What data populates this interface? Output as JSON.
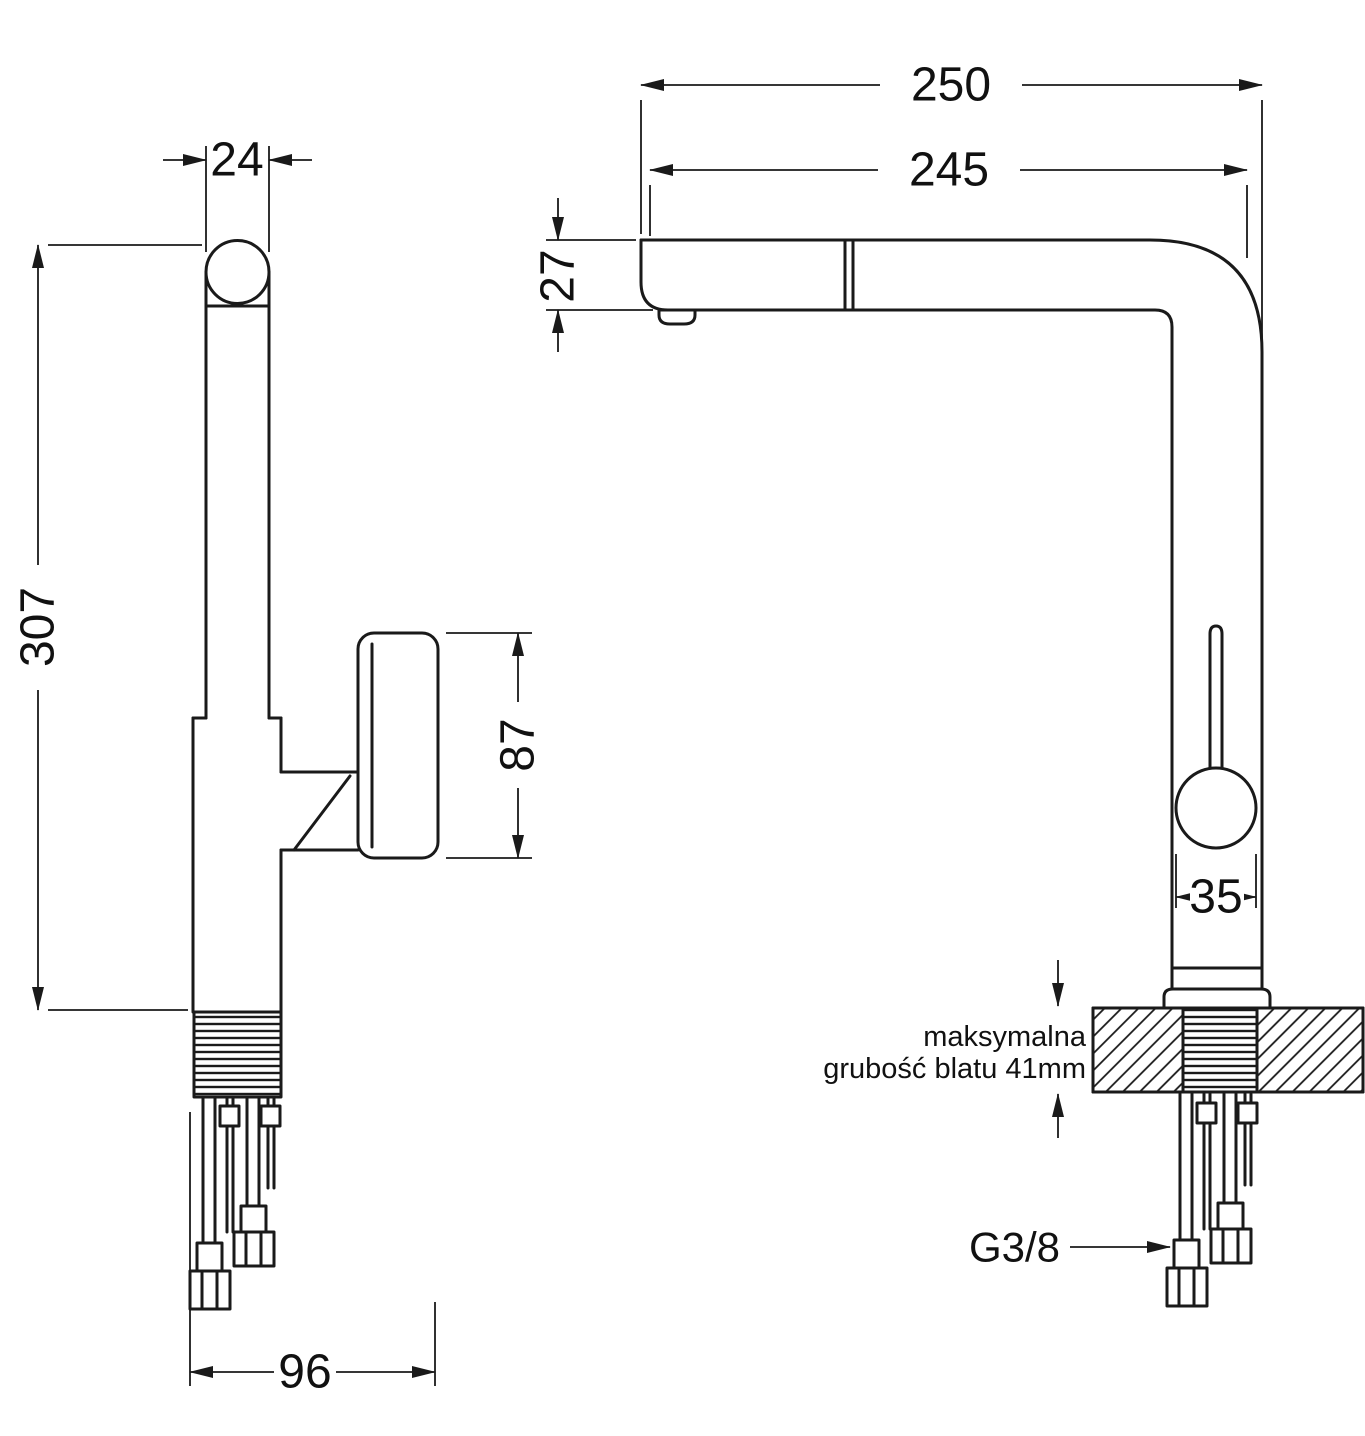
{
  "drawing": {
    "dimensions": {
      "spout_total_reach": "250",
      "spout_reach": "245",
      "spout_tip_height": "27",
      "pipe_diameter": "24",
      "height_above_counter": "307",
      "handle_length": "87",
      "sphere_diameter": "35",
      "base_depth": "96",
      "connection_thread": "G3/8"
    },
    "notes": {
      "counter_line1": "maksymalna",
      "counter_line2": "grubość blatu 41mm"
    },
    "colors": {
      "line": "#1a1a1a",
      "background": "#ffffff"
    }
  }
}
